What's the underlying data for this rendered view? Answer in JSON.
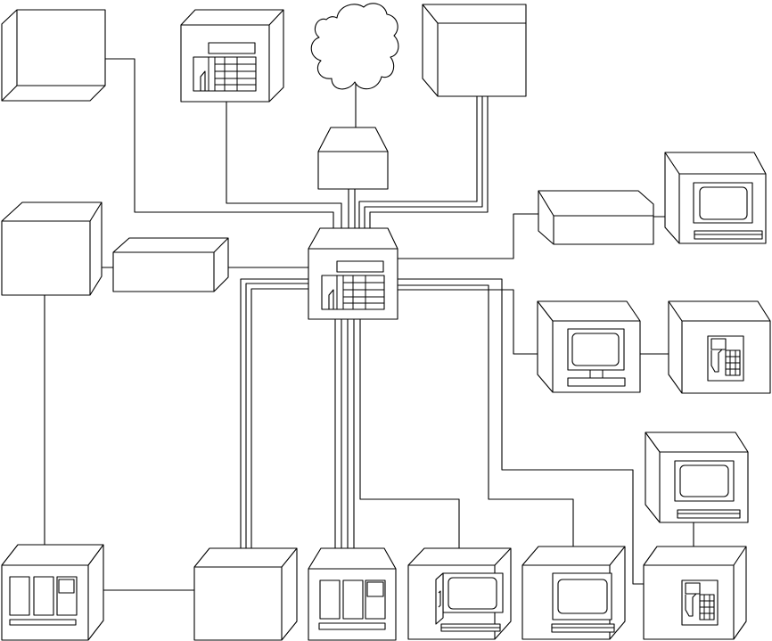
{
  "diagram": {
    "kind": "network-topology",
    "labels": [],
    "nodes": [
      {
        "id": "hub-switch",
        "icon": "pbx-switch-icon"
      },
      {
        "id": "cloud",
        "icon": "network-cloud-icon"
      },
      {
        "id": "cloud-gateway",
        "icon": "gateway-box-icon"
      },
      {
        "id": "top-left-server",
        "icon": "server-box-icon"
      },
      {
        "id": "top-pbx",
        "icon": "pbx-cabinet-icon"
      },
      {
        "id": "top-right-server",
        "icon": "server-box-icon"
      },
      {
        "id": "left-server",
        "icon": "server-box-icon"
      },
      {
        "id": "left-modem",
        "icon": "modem-box-icon"
      },
      {
        "id": "right-modem",
        "icon": "modem-box-icon"
      },
      {
        "id": "right-top-terminal",
        "icon": "terminal-icon"
      },
      {
        "id": "right-mid-terminal",
        "icon": "terminal-icon"
      },
      {
        "id": "right-mid-phone",
        "icon": "telephone-icon"
      },
      {
        "id": "right-terminal-upper",
        "icon": "terminal-icon"
      },
      {
        "id": "right-phone-lower",
        "icon": "telephone-icon"
      },
      {
        "id": "bottom-rack-left",
        "icon": "equipment-rack-icon"
      },
      {
        "id": "bottom-server",
        "icon": "server-box-icon"
      },
      {
        "id": "bottom-rack-mid",
        "icon": "equipment-rack-icon"
      },
      {
        "id": "bottom-workstation",
        "icon": "workstation-icon"
      },
      {
        "id": "bottom-terminal",
        "icon": "terminal-icon"
      }
    ],
    "links": [
      [
        "top-left-server",
        "hub-switch"
      ],
      [
        "top-pbx",
        "hub-switch"
      ],
      [
        "cloud",
        "cloud-gateway"
      ],
      [
        "cloud-gateway",
        "hub-switch"
      ],
      [
        "top-right-server",
        "hub-switch"
      ],
      [
        "left-modem",
        "hub-switch"
      ],
      [
        "left-server",
        "left-modem"
      ],
      [
        "left-server",
        "bottom-rack-left"
      ],
      [
        "bottom-rack-left",
        "bottom-server"
      ],
      [
        "bottom-server",
        "hub-switch"
      ],
      [
        "bottom-rack-mid",
        "hub-switch"
      ],
      [
        "bottom-workstation",
        "hub-switch"
      ],
      [
        "bottom-terminal",
        "hub-switch"
      ],
      [
        "right-phone-lower",
        "hub-switch"
      ],
      [
        "right-terminal-upper",
        "right-phone-lower"
      ],
      [
        "right-modem",
        "hub-switch"
      ],
      [
        "right-modem",
        "right-top-terminal"
      ],
      [
        "right-mid-terminal",
        "hub-switch"
      ],
      [
        "right-mid-terminal",
        "right-mid-phone"
      ]
    ]
  }
}
